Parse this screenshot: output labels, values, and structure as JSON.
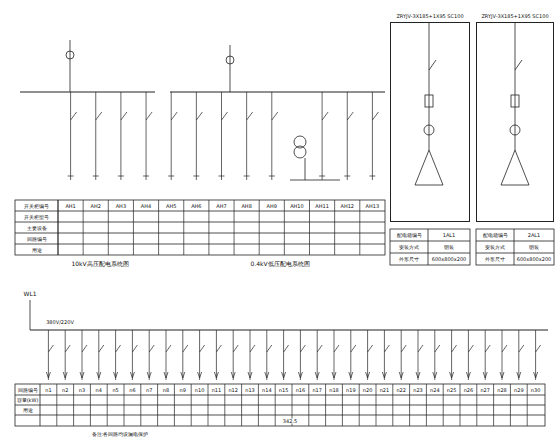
{
  "diagram": {
    "nodes": [
      {
        "text": [
          "ZRYJV-3X185+1X95 SC100"
        ]
      },
      {
        "text": [
          "ZRYJV-3X185+1X95 SC100"
        ]
      }
    ],
    "labels": [
      "开关柜编号",
      "开关柜型号",
      "主要设备",
      "回路编号",
      "用途",
      "AH1",
      "AH2",
      "AH3",
      "AH4",
      "AH5",
      "AH6",
      "AH7",
      "AH8",
      "AH9",
      "AH10",
      "AH11",
      "AH12",
      "AH13",
      "10kV高压配电系统图",
      "0.4kV低压配电系统图",
      "配电箱编号",
      "1AL1",
      "安装方式",
      "明装",
      "外形尺寸",
      "600x800x200",
      "配电箱编号",
      "2AL1",
      "安装方式",
      "明装",
      "外形尺寸",
      "600x800x200",
      "WL1",
      "380V/220V",
      "回路编号",
      "容量(kW)",
      "用途",
      "342.5",
      "备注:各回路均设漏电保护",
      "n1",
      "n2",
      "n3",
      "n4",
      "n5",
      "n6",
      "n7",
      "n8",
      "n9",
      "n10",
      "n11",
      "n12",
      "n13",
      "n14",
      "n15",
      "n16",
      "n17",
      "n18",
      "n19",
      "n20",
      "n21",
      "n22",
      "n23",
      "n24",
      "n25",
      "n26",
      "n27",
      "n28",
      "n29",
      "n30"
    ]
  }
}
